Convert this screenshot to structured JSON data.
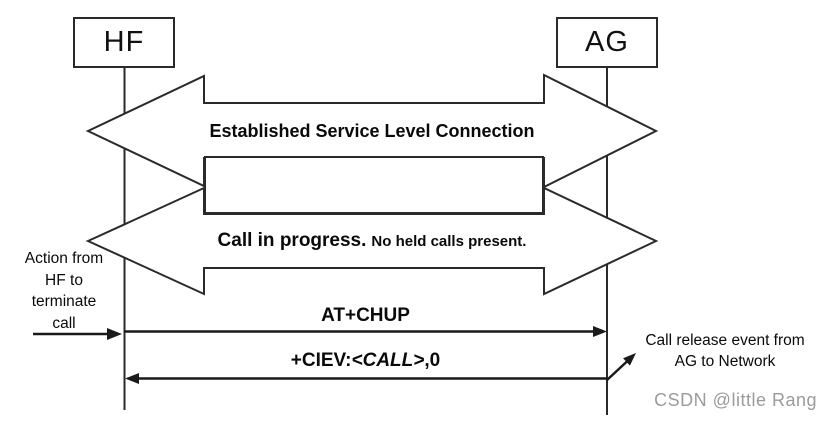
{
  "diagram": {
    "actors": {
      "left": "HF",
      "right": "AG"
    },
    "banners": {
      "slc": "Established Service Level Connection",
      "call_main": "Call in progress.",
      "call_note": "No held calls present."
    },
    "messages": {
      "hf_to_ag": "AT+CHUP",
      "ciev_prefix": "+CIEV:",
      "ciev_param": "<CALL>",
      "ciev_suffix": ",0"
    },
    "annotations": {
      "left_lines": [
        "Action from",
        "HF to",
        "terminate",
        "call"
      ],
      "right_lines": [
        "Call release event from",
        "AG to Network"
      ]
    },
    "watermark": "CSDN @little Rang",
    "colors": {
      "line": "#2a2a2a",
      "text": "#0a0a0a",
      "watermark": "#9b9b9b",
      "shape_fill": "#ffffff"
    }
  }
}
